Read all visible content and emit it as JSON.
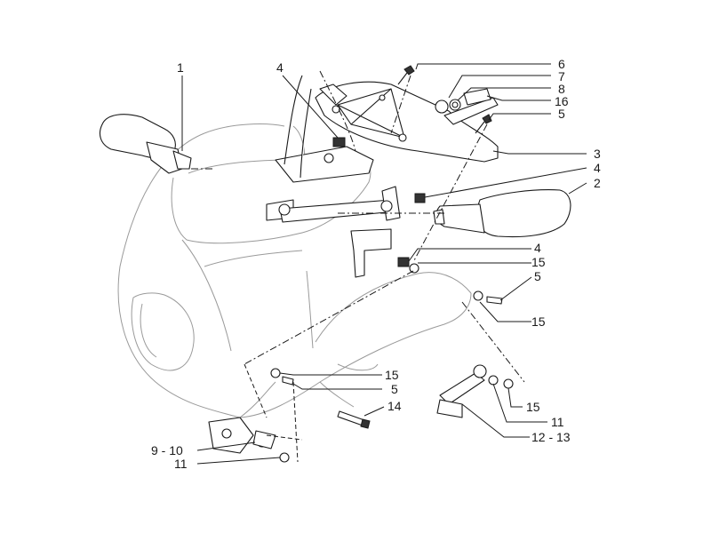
{
  "callouts": [
    {
      "id": "c1",
      "label": "1"
    },
    {
      "id": "c4a",
      "label": "4"
    },
    {
      "id": "c6",
      "label": "6"
    },
    {
      "id": "c7",
      "label": "7"
    },
    {
      "id": "c8",
      "label": "8"
    },
    {
      "id": "c16",
      "label": "16"
    },
    {
      "id": "c5a",
      "label": "5"
    },
    {
      "id": "c3",
      "label": "3"
    },
    {
      "id": "c4b",
      "label": "4"
    },
    {
      "id": "c2",
      "label": "2"
    },
    {
      "id": "c4c",
      "label": "4"
    },
    {
      "id": "c15a",
      "label": "15"
    },
    {
      "id": "c5b",
      "label": "5"
    },
    {
      "id": "c15b",
      "label": "15"
    },
    {
      "id": "c15c",
      "label": "15"
    },
    {
      "id": "c5c",
      "label": "5"
    },
    {
      "id": "c14",
      "label": "14"
    },
    {
      "id": "c15d",
      "label": "15"
    },
    {
      "id": "c11a",
      "label": "11"
    },
    {
      "id": "c1213",
      "label": "12 - 13"
    },
    {
      "id": "c910",
      "label": "9 - 10"
    },
    {
      "id": "c11b",
      "label": "11"
    }
  ]
}
